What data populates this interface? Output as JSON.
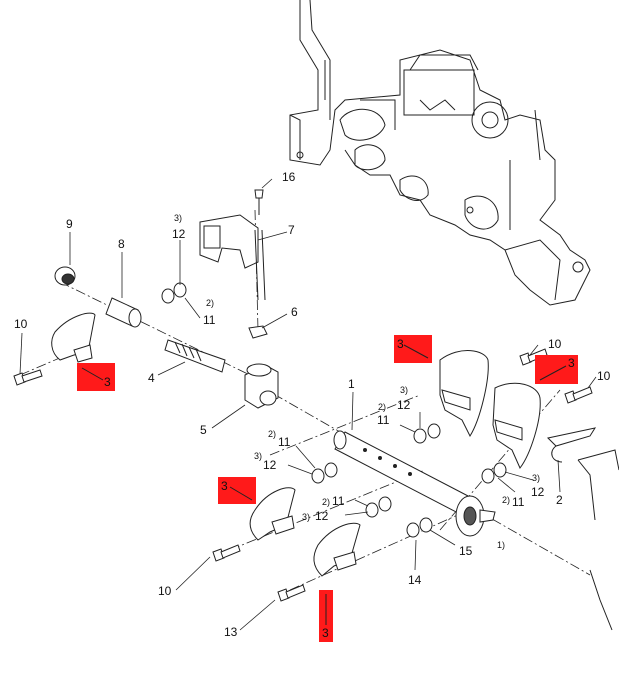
{
  "labels": {
    "n1": "1",
    "n2": "2",
    "n4": "4",
    "n5": "5",
    "n6": "6",
    "n7": "7",
    "n8": "8",
    "n9": "9",
    "n10": "10",
    "n11": "11",
    "n12": "12",
    "n13": "13",
    "n14": "14",
    "n15": "15",
    "n16": "16"
  },
  "footnotes": {
    "f1": "1)",
    "f2": "2)",
    "f3": "3)"
  },
  "highlight": {
    "label": "3",
    "color": "#ff1a1a"
  }
}
